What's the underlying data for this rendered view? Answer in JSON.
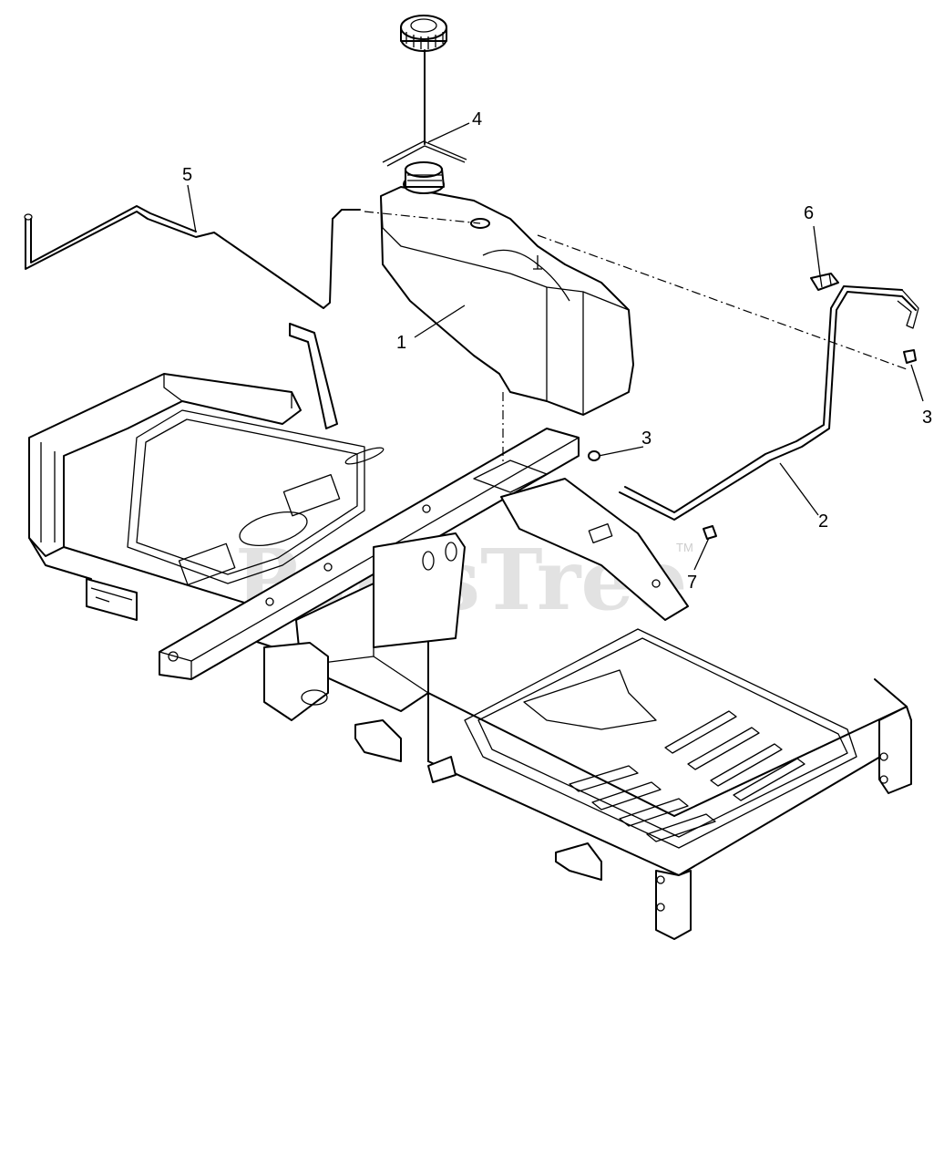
{
  "diagram": {
    "callouts": [
      {
        "id": "callout-1",
        "label": "1"
      },
      {
        "id": "callout-2",
        "label": "2"
      },
      {
        "id": "callout-3a",
        "label": "3"
      },
      {
        "id": "callout-3b",
        "label": "3"
      },
      {
        "id": "callout-4",
        "label": "4"
      },
      {
        "id": "callout-5",
        "label": "5"
      },
      {
        "id": "callout-6",
        "label": "6"
      },
      {
        "id": "callout-7",
        "label": "7"
      }
    ]
  },
  "watermark": {
    "text": "PartsTree",
    "trademark": "TM"
  }
}
